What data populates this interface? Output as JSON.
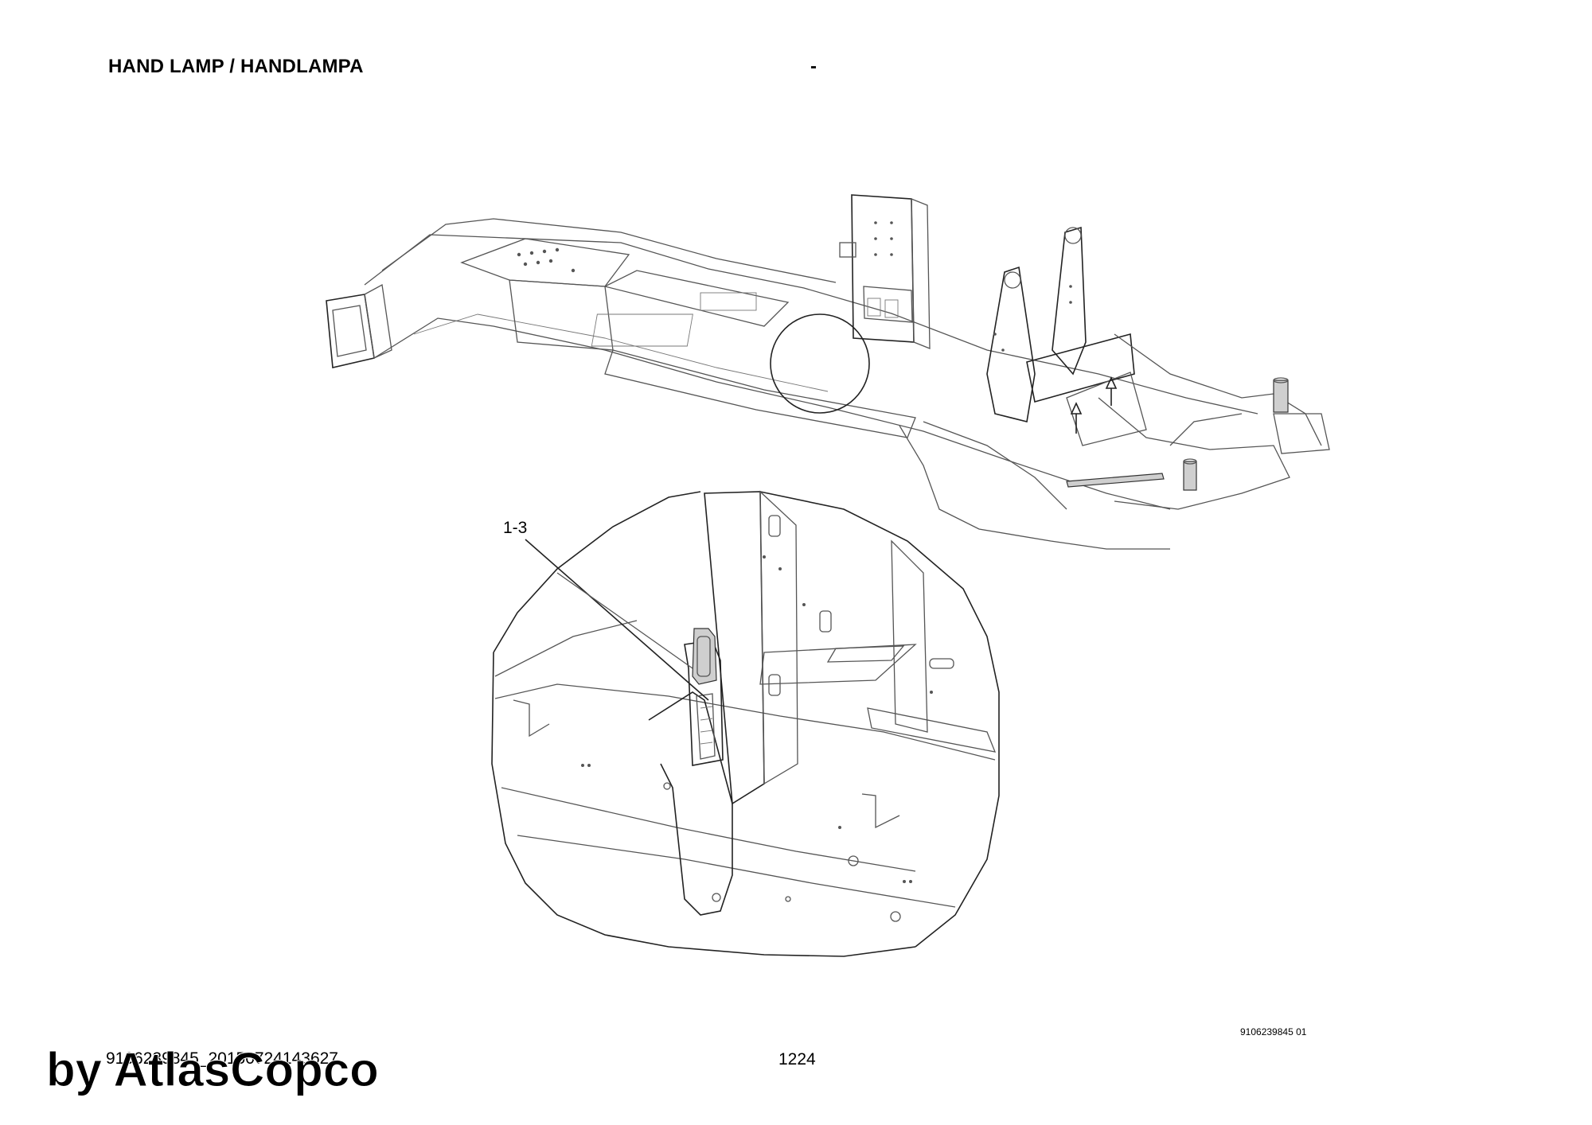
{
  "header": {
    "title": "HAND LAMP / HANDLAMPA",
    "dash": "-"
  },
  "drawing": {
    "callout": "1-3",
    "drawing_number": "9106239845 01"
  },
  "footer": {
    "doc_code": "9106239845_20150724143627",
    "page_number": "1224",
    "brand": "by AtlasCopco"
  }
}
